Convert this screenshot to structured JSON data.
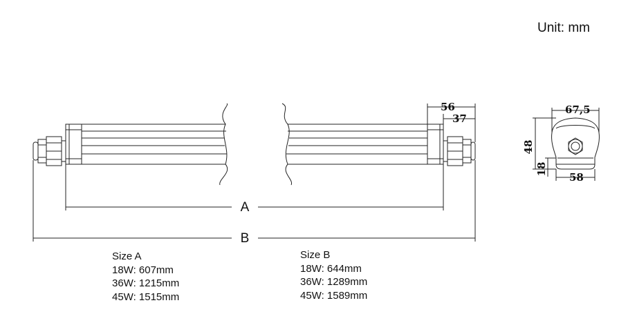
{
  "unit_label": "Unit: mm",
  "dimensions": {
    "A": "A",
    "B": "B",
    "end_cap_outer": "56",
    "end_cap_inner": "37",
    "width": "67,5",
    "height": "48",
    "base_height": "18",
    "base_width": "58"
  },
  "size_a": {
    "title": "Size A",
    "rows": [
      "18W: 607mm",
      "36W: 1215mm",
      "45W: 1515mm"
    ]
  },
  "size_b": {
    "title": "Size B",
    "rows": [
      "18W: 644mm",
      "36W: 1289mm",
      "45W: 1589mm"
    ]
  }
}
